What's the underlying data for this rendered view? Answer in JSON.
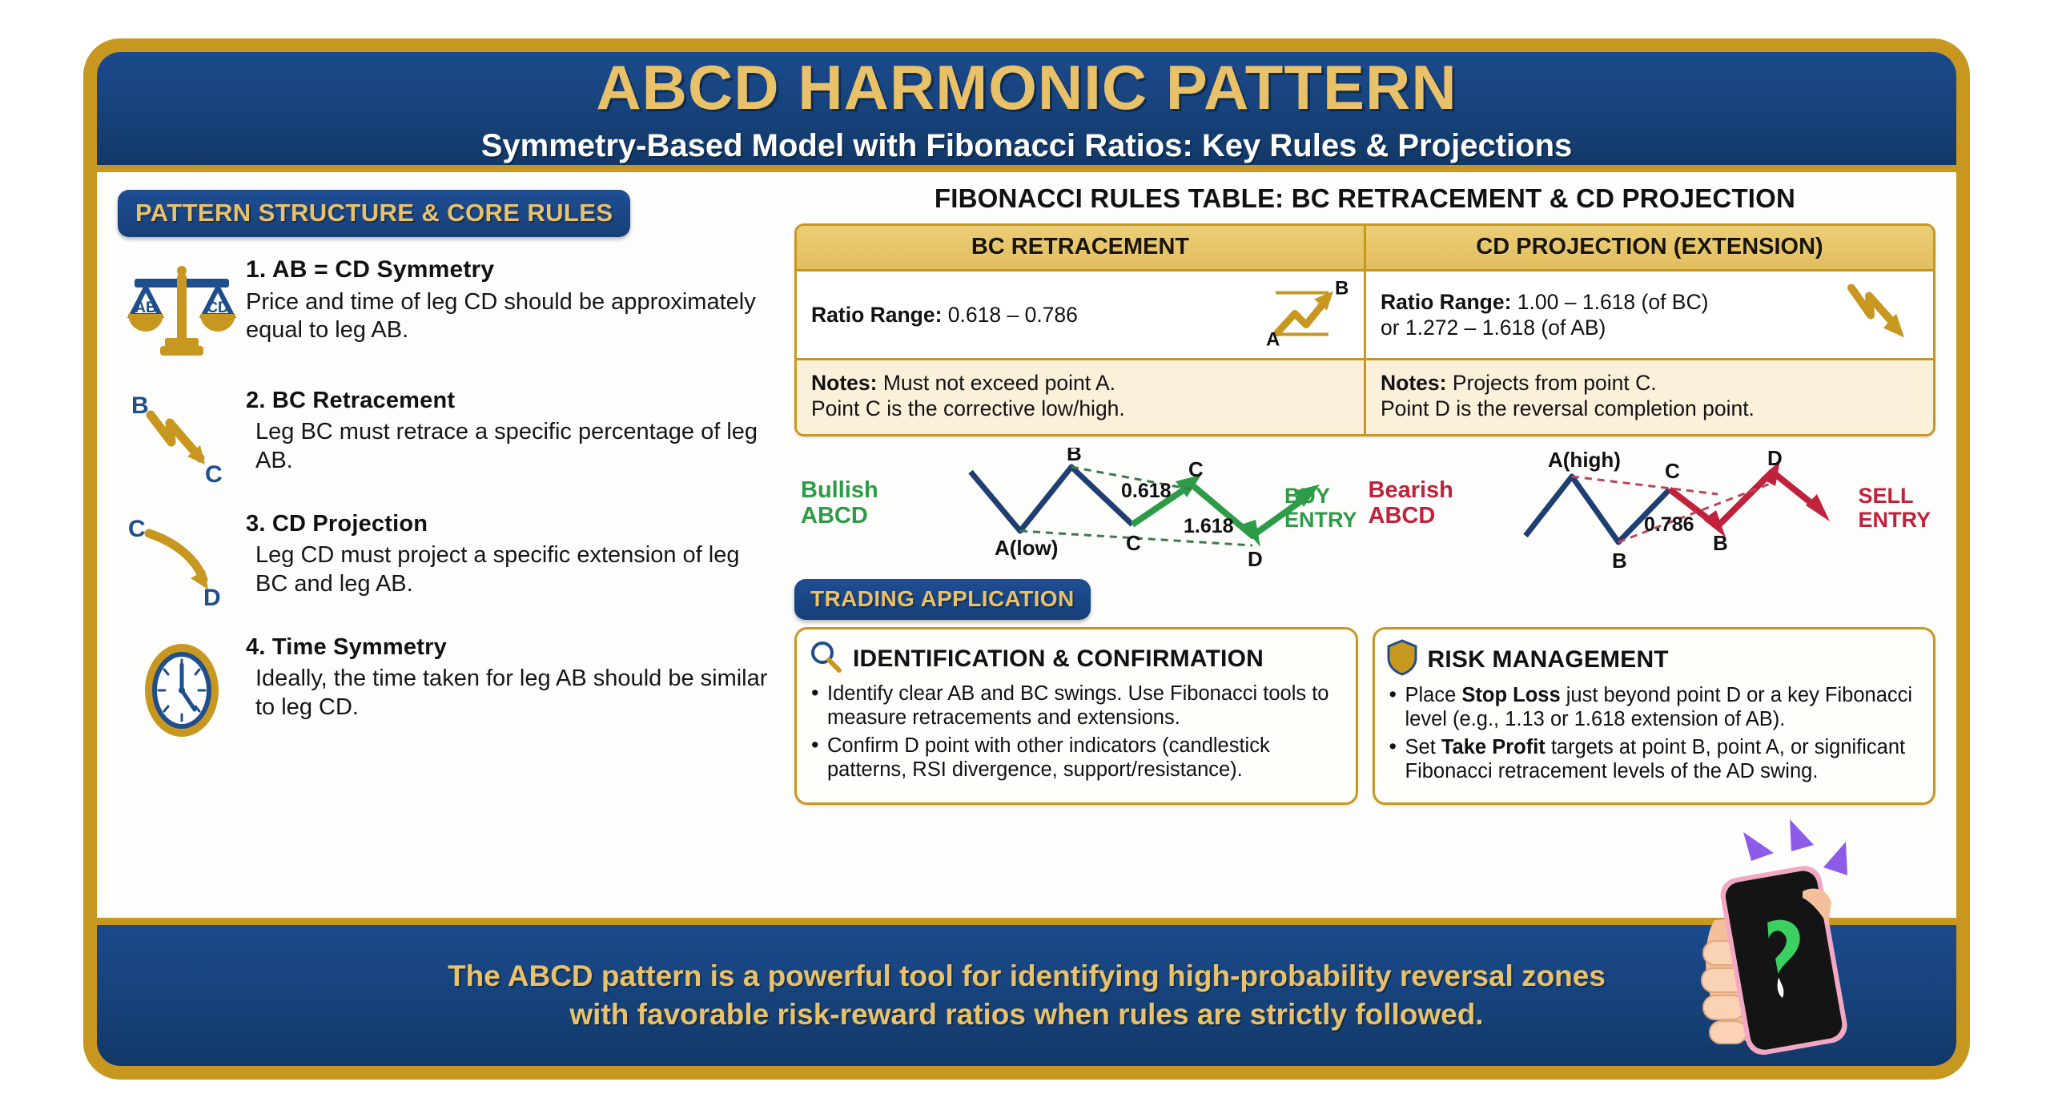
{
  "header": {
    "title": "ABCD HARMONIC PATTERN",
    "subtitle": "Symmetry-Based Model with Fibonacci Ratios: Key Rules & Projections"
  },
  "left": {
    "section_badge": "PATTERN STRUCTURE & CORE RULES",
    "rules": [
      {
        "title": "1.  AB = CD Symmetry",
        "text": "Price and time of leg CD should be approximately equal to leg AB.",
        "icon": "balance-scale-icon",
        "icon_labels": [
          "AB",
          "CD"
        ]
      },
      {
        "title": "2. BC Retracement",
        "text": "Leg BC must retrace a specific percentage of leg AB.",
        "icon": "zigzag-down-arrow-icon",
        "icon_labels": [
          "B",
          "C"
        ]
      },
      {
        "title": "3. CD Projection",
        "text": "Leg CD must project a specific extension of leg BC and leg AB.",
        "icon": "curved-down-arrow-icon",
        "icon_labels": [
          "C",
          "D"
        ]
      },
      {
        "title": "4. Time Symmetry",
        "text": "Ideally, the time taken for leg AB should be similar to leg CD.",
        "icon": "clock-icon",
        "icon_labels": []
      }
    ]
  },
  "right": {
    "table_heading": "FIBONACCI RULES TABLE: BC RETRACEMENT & CD PROJECTION",
    "table": {
      "columns": [
        "BC RETRACEMENT",
        "CD PROJECTION (EXTENSION)"
      ],
      "ratio_row": {
        "label": "Ratio Range:",
        "left_value": " 0.618 – 0.786",
        "right_value_line1": " 1.00 – 1.618 (of BC)",
        "right_value_line2": "or 1.272 – 1.618 (of AB)",
        "left_icon": "up-trend-arrow-icon",
        "left_icon_labels": [
          "A",
          "B"
        ],
        "right_icon": "down-trend-arrow-icon"
      },
      "notes_row": {
        "label": "Notes:",
        "left_line1": " Must not exceed point A.",
        "left_line2": "Point C is the corrective low/high.",
        "right_line1": " Projects from point C.",
        "right_line2": "Point D is the reversal completion point."
      }
    },
    "patterns": [
      {
        "name": "Bullish\nABCD",
        "name_l1": "Bullish",
        "name_l2": "ABCD",
        "entry_l1": "BUY",
        "entry_l2": "ENTRY",
        "point_labels": [
          "B",
          "A(low)",
          "C",
          "C",
          "D"
        ],
        "ratios": [
          "0.618",
          "1.618"
        ],
        "color": "#2E9B48"
      },
      {
        "name_l1": "Bearish",
        "name_l2": "ABCD",
        "entry_l1": "SELL",
        "entry_l2": "ENTRY",
        "point_labels": [
          "A(high)",
          "B",
          "C",
          "B",
          "D"
        ],
        "ratios": [
          "0.786"
        ],
        "color": "#C0213B"
      }
    ],
    "trading_badge": "TRADING APPLICATION",
    "cards": [
      {
        "icon": "magnifier-icon",
        "title": "IDENTIFICATION & CONFIRMATION",
        "bullets": [
          "Identify clear AB and BC swings. Use Fibonacci tools to measure retracements and extensions.",
          "Confirm D point with other indicators (candlestick patterns, RSI divergence, support/resistance)."
        ]
      },
      {
        "icon": "shield-icon",
        "title": "RISK MANAGEMENT",
        "bullets_rich": [
          [
            {
              "t": "Place "
            },
            {
              "t": "Stop Loss",
              "b": true
            },
            {
              "t": " just beyond point D or a key Fibonacci level (e.g., 1.13 or 1.618 extension of AB)."
            }
          ],
          [
            {
              "t": "Set "
            },
            {
              "t": "Take Profit",
              "b": true
            },
            {
              "t": " targets at point B, point A, or significant Fibonacci retracement levels of the AD swing."
            }
          ]
        ]
      }
    ]
  },
  "footer": {
    "line1": "The ABCD pattern is a powerful tool for identifying high-probability reversal zones",
    "line2": "with favorable risk-reward ratios when rules are strictly followed."
  },
  "colors": {
    "navy": "#164178",
    "gold": "#C8971F",
    "gold_light": "#E8C169",
    "table_header": "#E2BE5C",
    "notes_bg": "#FBF0DA",
    "bullish_green": "#2E9B48",
    "bearish_red": "#C0213B",
    "chart_blue": "#1F3F72"
  },
  "chart_data": [
    {
      "type": "line",
      "title": "Bullish ABCD",
      "series": [
        {
          "name": "AB leg (blue)",
          "points": [
            [
              0,
              55
            ],
            [
              18,
              92
            ],
            [
              40,
              30
            ],
            [
              62,
              70
            ]
          ]
        },
        {
          "name": "CD leg (green)",
          "points": [
            [
              62,
              70
            ],
            [
              80,
              32
            ],
            [
              100,
              80
            ],
            [
              115,
              45
            ]
          ]
        }
      ],
      "annotations": [
        "B",
        "A(low)",
        "C",
        "C",
        "D",
        "0.618",
        "1.618",
        "BUY ENTRY"
      ]
    },
    {
      "type": "line",
      "title": "Bearish ABCD",
      "series": [
        {
          "name": "AB leg (blue)",
          "points": [
            [
              0,
              78
            ],
            [
              20,
              30
            ],
            [
              42,
              90
            ],
            [
              62,
              42
            ]
          ]
        },
        {
          "name": "CD leg (red)",
          "points": [
            [
              62,
              42
            ],
            [
              82,
              78
            ],
            [
              102,
              25
            ],
            [
              118,
              60
            ]
          ]
        }
      ],
      "annotations": [
        "A(high)",
        "B",
        "C",
        "B",
        "D",
        "0.786",
        "SELL ENTRY"
      ]
    }
  ]
}
